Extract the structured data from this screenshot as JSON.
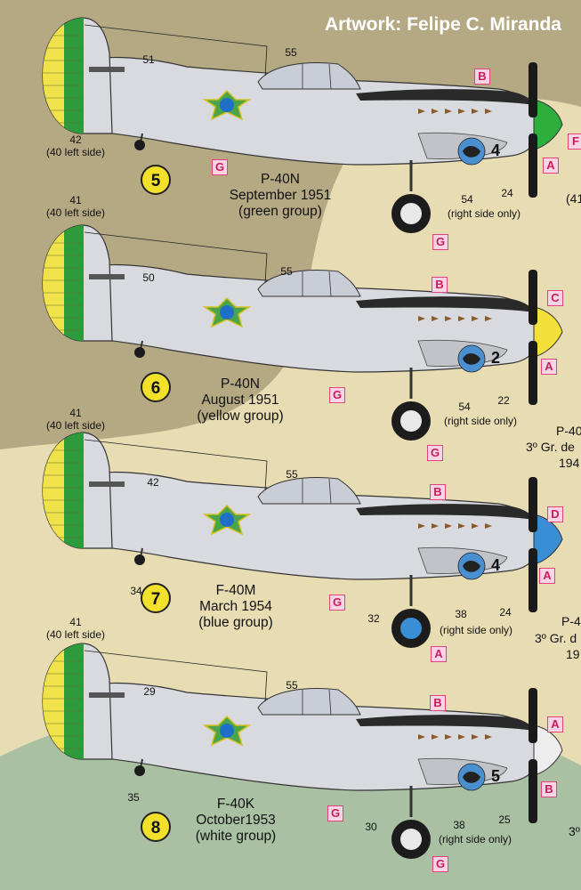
{
  "artwork_credit": "Artwork: Felipe C. Miranda",
  "colors": {
    "background_tan": "#b5a983",
    "background_cream": "#e8dcb3",
    "background_teal": "#a9c0a3",
    "aircraft_grey": "#d9dadf",
    "anti_glare": "#2a2a2a",
    "rudder_green": "#2e9a3c",
    "rudder_yellow": "#f0e24a",
    "spinner_green": "#2eae3c",
    "spinner_yellow": "#f3e13a",
    "spinner_blue": "#3a8fd4",
    "roundel_blue": "#1f6fc8",
    "tag_pink": "#f9d4e2"
  },
  "profiles": [
    {
      "number": "5",
      "type": "P-40N",
      "date": "September 1951",
      "group": "(green group)",
      "rudder_callout": "42",
      "rudder_note": "(40 left side)",
      "serial_callout": "51",
      "star_callout": "55",
      "nose_callout": "24",
      "insignia_callout": "54",
      "insignia_note": "(right side only)",
      "fuselage_code": "4",
      "spinner": "green",
      "tags": [
        "B",
        "A",
        "F",
        "G",
        "G"
      ]
    },
    {
      "number": "6",
      "type": "P-40N",
      "date": "August 1951",
      "group": "(yellow group)",
      "rudder_callout": "41",
      "rudder_note": "(40 left side)",
      "serial_callout": "50",
      "star_callout": "55",
      "nose_callout": "22",
      "insignia_callout": "54",
      "insignia_note": "(right side only)",
      "fuselage_code": "2",
      "spinner": "yellow",
      "tags": [
        "B",
        "C",
        "A",
        "G",
        "G"
      ]
    },
    {
      "number": "7",
      "type": "F-40M",
      "date": "March 1954",
      "group": "(blue group)",
      "rudder_callout": "41",
      "rudder_note": "(40 left side)",
      "serial_callout": "42",
      "star_callout": "55",
      "nose_callout": "24",
      "insignia_callout": "38",
      "insignia_note": "(right side only)",
      "fuselage_code": "4",
      "tail_callout": "34",
      "wheel_callout": "32",
      "spinner": "blue",
      "tags": [
        "B",
        "D",
        "A",
        "G",
        "A"
      ]
    },
    {
      "number": "8",
      "type": "F-40K",
      "date": "October1953",
      "group": "(white group)",
      "rudder_callout": "41",
      "rudder_note": "(40 left side)",
      "serial_callout": "29",
      "star_callout": "55",
      "nose_callout": "25",
      "insignia_callout": "38",
      "insignia_note": "(right side only)",
      "fuselage_code": "5",
      "tail_callout": "35",
      "wheel_callout": "30",
      "spinner": "white",
      "tags": [
        "B",
        "A",
        "B",
        "G",
        "G"
      ]
    }
  ],
  "edge_fragments": [
    "(41",
    "P-40",
    "3º Gr. de",
    "194",
    "P-4",
    "3º Gr. d",
    "19",
    "3º"
  ]
}
